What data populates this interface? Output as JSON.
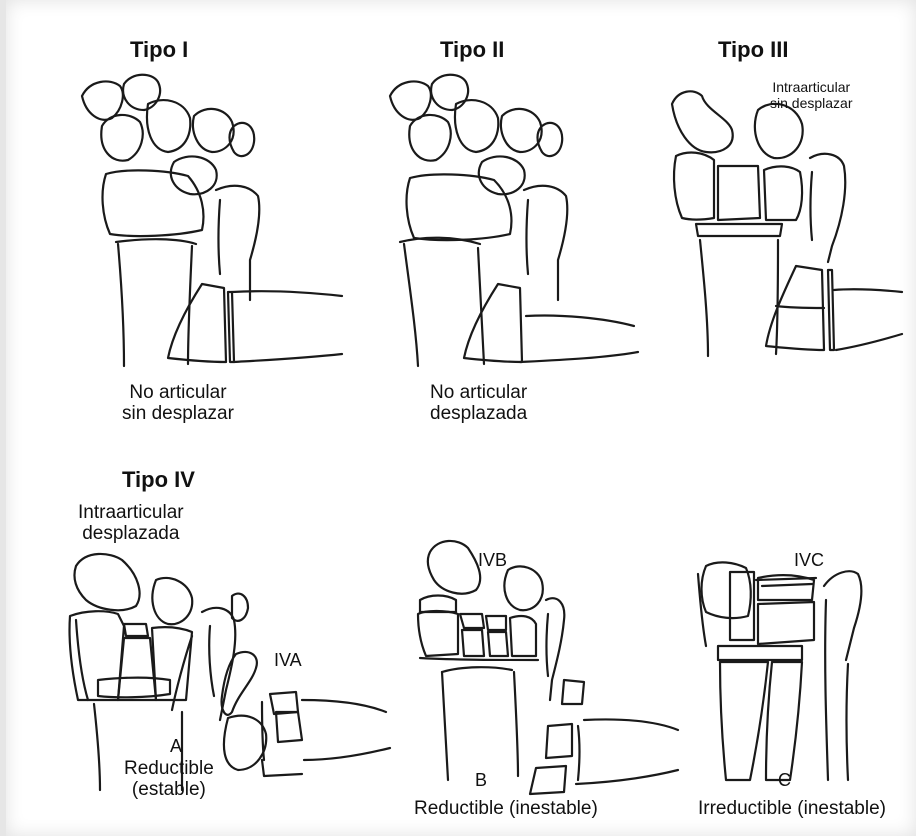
{
  "panels": {
    "tipo1": {
      "title": "Tipo I",
      "caption_line1": "No articular",
      "caption_line2": "sin desplazar"
    },
    "tipo2": {
      "title": "Tipo II",
      "caption_line1": "No articular",
      "caption_line2": "desplazada"
    },
    "tipo3": {
      "title": "Tipo III",
      "note_line1": "Intraarticular",
      "note_line2": "sin desplazar"
    },
    "tipo4": {
      "title": "Tipo IV",
      "subtitle_line1": "Intraarticular",
      "subtitle_line2": "desplazada",
      "a": {
        "tag": "IVA",
        "letter": "A",
        "line1": "Reductible",
        "line2": "(estable)"
      },
      "b": {
        "tag": "IVB",
        "letter": "B",
        "caption": "Reductible (inestable)"
      },
      "c": {
        "tag": "IVC",
        "letter": "C",
        "caption": "Irreductible (inestable)"
      }
    }
  },
  "colors": {
    "line": "#1a1a1a",
    "background": "#ffffff",
    "frame_edge": "#e6e6e6"
  }
}
